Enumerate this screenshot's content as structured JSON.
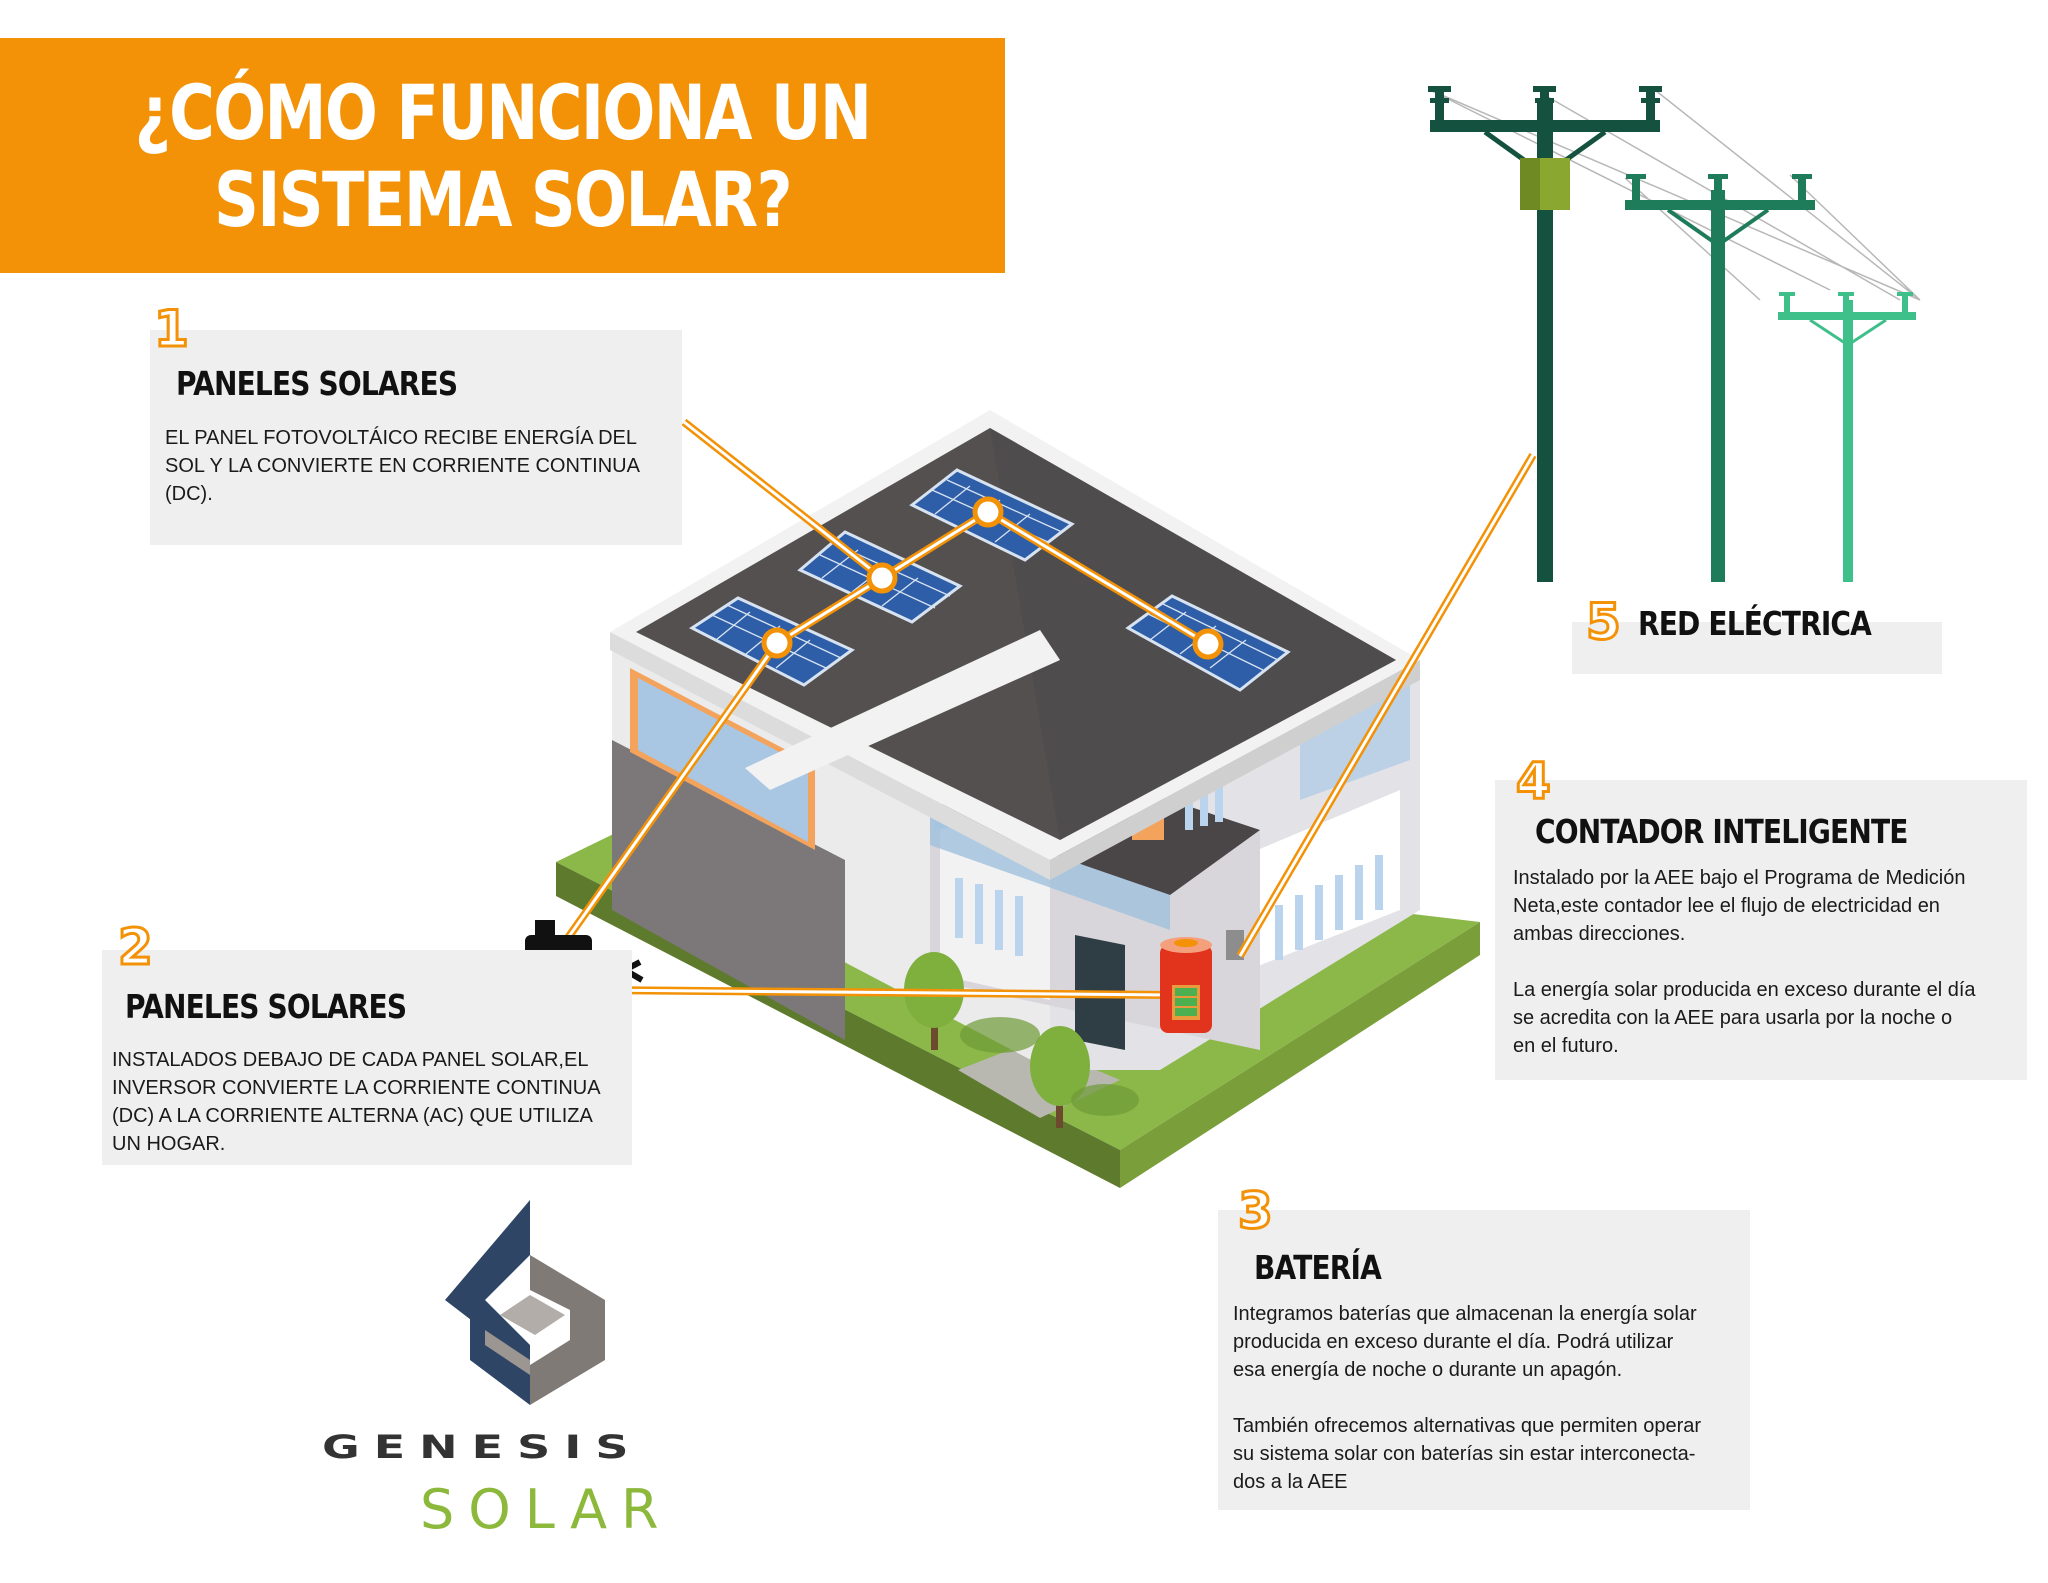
{
  "title": {
    "line1": "¿CÓMO FUNCIONA UN",
    "line2": "SISTEMA SOLAR?"
  },
  "steps": [
    {
      "number": "1",
      "heading": "PANELES SOLARES",
      "body": "EL PANEL FOTOVOLTÁICO RECIBE ENERGÍA DEL\nSOL Y LA CONVIERTE EN CORRIENTE CONTINUA\n(DC)."
    },
    {
      "number": "2",
      "heading": "PANELES SOLARES",
      "body": "INSTALADOS DEBAJO DE CADA PANEL SOLAR,EL\nINVERSOR CONVIERTE LA CORRIENTE CONTINUA\n(DC) A LA CORRIENTE ALTERNA (AC) QUE UTILIZA\nUN HOGAR."
    },
    {
      "number": "3",
      "heading": "BATERÍA",
      "body": "Integramos baterías que almacenan la energía solar\nproducida en exceso durante el día. Podrá utilizar\nesa energía de noche o durante un apagón.\n\nTambién ofrecemos alternativas que permiten operar\nsu sistema solar con baterías sin estar interconecta-\ndos a la AEE"
    },
    {
      "number": "4",
      "heading": "CONTADOR INTELIGENTE",
      "body": "Instalado por la AEE bajo el Programa de Medición\nNeta,este contador lee el flujo de electricidad en\nambas direcciones.\n\nLa energía solar producida en exceso durante el día\nse acredita con la AEE para usarla por la noche o\nen el futuro."
    },
    {
      "number": "5",
      "heading": "RED ELÉCTRICA"
    }
  ],
  "logo": {
    "brand": "GENESIS",
    "sub": "SOLAR"
  },
  "colors": {
    "accent": "#f39207",
    "box": "#efefef",
    "roof": "#545050",
    "pole_dark": "#14523f",
    "pole_mid": "#1f7c5a",
    "pole_light": "#3fbf8a",
    "logo_blue": "#2e4566",
    "logo_gray": "#807a76",
    "logo_green": "#8cb83b"
  }
}
